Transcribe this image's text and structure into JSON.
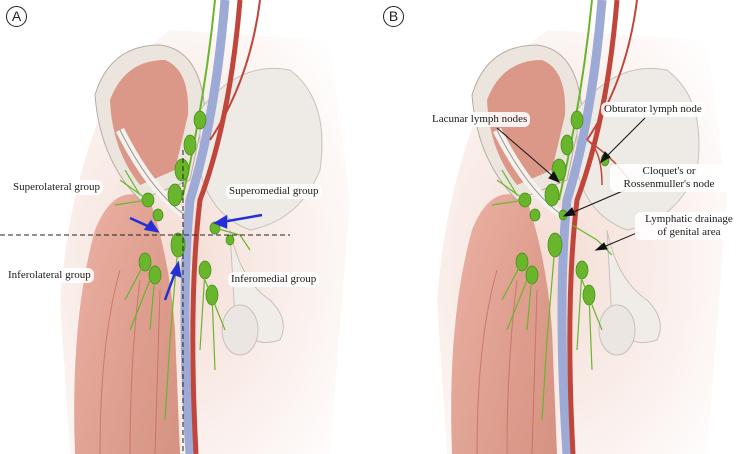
{
  "panel_a": {
    "badge": "A",
    "labels": {
      "superolateral": "Superolateral group",
      "superomedial": "Superomedial group",
      "inferolateral": "Inferolateral group",
      "inferomedial": "Inferomedial group"
    }
  },
  "panel_b": {
    "badge": "B",
    "labels": {
      "lacunar": "Lacunar lymph nodes",
      "obturator": "Obturator lymph node",
      "cloquet_line1": "Cloquet's or",
      "cloquet_line2": "Rossenmuller's node",
      "genital_line1": "Lymphatic drainage",
      "genital_line2": "of genital area"
    }
  },
  "colors": {
    "muscle": "#d98a7a",
    "bone": "#e9e4df",
    "lymph": "#69b52c",
    "artery": "#c0453b",
    "vein": "#8a9ccf",
    "arrow_blue": "#2230d6"
  }
}
